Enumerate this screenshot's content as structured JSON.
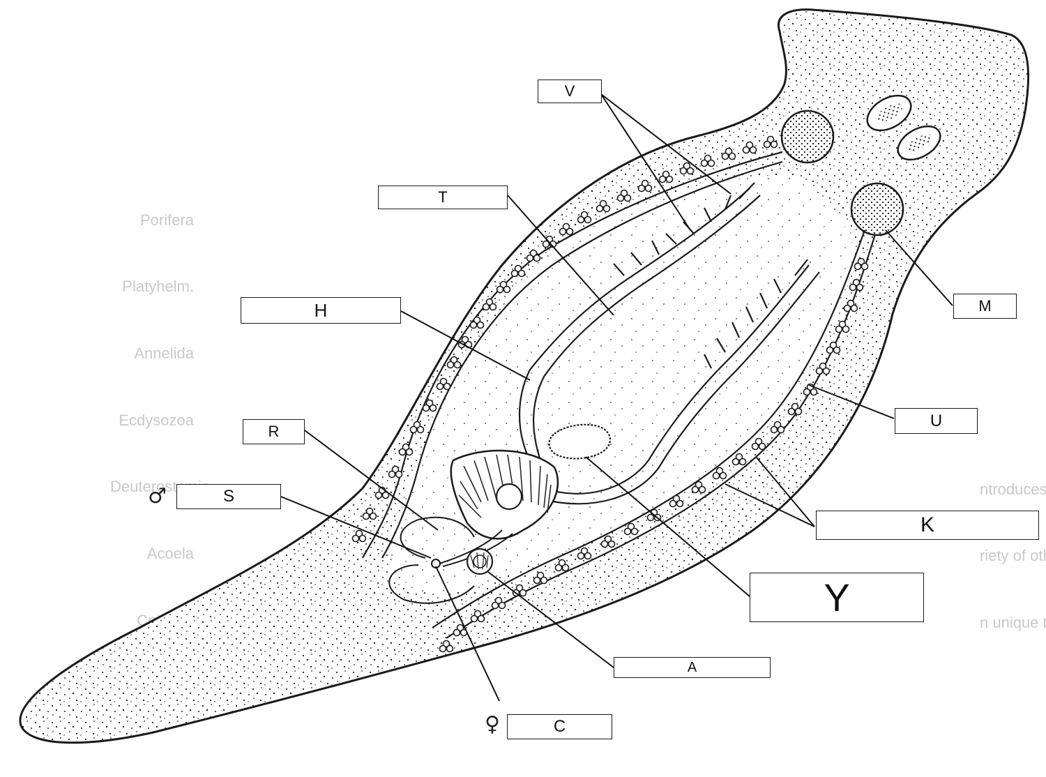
{
  "diagram": {
    "subject": "flatworm internal anatomy (dorsal view)",
    "colors": {
      "ink": "#1a1a1a",
      "body_fill": "#ffffff",
      "ghost_text": "#c9c9c9"
    }
  },
  "labels": {
    "V": "V",
    "T": "T",
    "H": "H",
    "R": "R",
    "S": "S",
    "M": "M",
    "U": "U",
    "K": "K",
    "Y": "Y",
    "A": "A",
    "C": "C"
  },
  "symbols": {
    "male": "♂",
    "female": "♀"
  },
  "ghost_text": {
    "left_column": [
      "Porifera",
      "Platyhelm.",
      "Annelida",
      "Ecdysozoa",
      "Deuterostomia",
      "Acoela",
      "Cnidaria"
    ],
    "right_lines": [
      "ntroduces its defenses",
      "riety of other metazoans",
      "n unique to deuterost"
    ]
  }
}
